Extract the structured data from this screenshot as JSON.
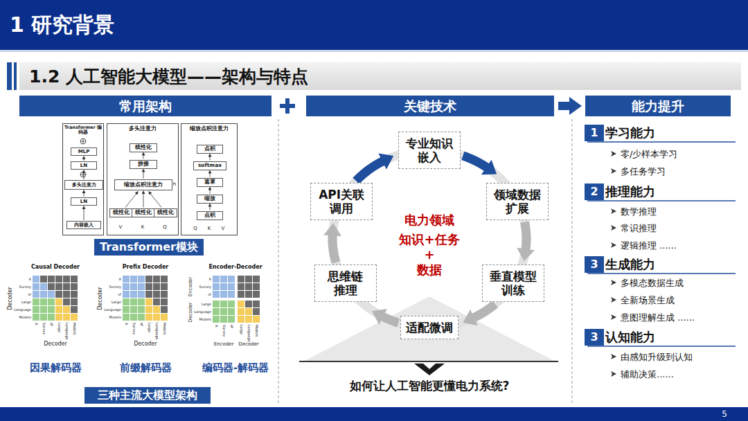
{
  "diagram": {
    "title": "1 研究背景",
    "nodes": [
      {
        "text": [
          "1.2 人工智能大模型——架构与特点"
        ]
      },
      {
        "text": [
          "常用架构"
        ]
      },
      {
        "text": [
          "关键技术"
        ]
      },
      {
        "text": [
          "能力提升"
        ]
      },
      {
        "text": [
          "Transformer 编码器"
        ]
      },
      {
        "text": [
          "MLP"
        ],
        "in": 4
      },
      {
        "text": [
          "LN"
        ],
        "in": 4
      },
      {
        "text": [
          "多头注意力"
        ],
        "in": 4
      },
      {
        "text": [
          "LN"
        ],
        "in": 4
      },
      {
        "text": [
          "内容嵌入"
        ],
        "in": 4
      },
      {
        "text": [
          "多头注意力"
        ]
      },
      {
        "text": [
          "线性化"
        ],
        "in": 10
      },
      {
        "text": [
          "拼接"
        ],
        "in": 10
      },
      {
        "text": [
          "缩放点积注意力"
        ],
        "in": 10
      },
      {
        "text": [
          "线性化"
        ],
        "in": 10
      },
      {
        "text": [
          "线性化"
        ],
        "in": 10
      },
      {
        "text": [
          "线性化"
        ],
        "in": 10
      },
      {
        "text": [
          "缩放点积注意力"
        ]
      },
      {
        "text": [
          "点积"
        ],
        "in": 17
      },
      {
        "text": [
          "softmax"
        ],
        "in": 17
      },
      {
        "text": [
          "遮罩"
        ],
        "in": 17
      },
      {
        "text": [
          "缩放"
        ],
        "in": 17
      },
      {
        "text": [
          "点积"
        ],
        "in": 17
      },
      {
        "text": [
          "Transformer模块"
        ]
      },
      {
        "text": [
          "三种主流大模型架构"
        ]
      },
      {
        "text": [
          "专业知识 嵌入"
        ]
      },
      {
        "text": [
          "领域数据 扩展"
        ]
      },
      {
        "text": [
          "垂直模型 训练"
        ]
      },
      {
        "text": [
          "适配微调"
        ]
      },
      {
        "text": [
          "思维链 推理"
        ]
      },
      {
        "text": [
          "API关联 调用"
        ]
      },
      {
        "text": [
          "1",
          "学习能力"
        ]
      },
      {
        "text": [
          "2",
          "推理能力"
        ]
      },
      {
        "text": [
          "3",
          "生成能力"
        ]
      },
      {
        "text": [
          "3",
          "认知能力"
        ]
      }
    ],
    "edges": [
      {
        "from": 9,
        "to": 8,
        "arrow": "to"
      },
      {
        "from": 8,
        "to": 7,
        "arrow": "to"
      },
      {
        "from": 7,
        "to": 6,
        "arrow": "to"
      },
      {
        "from": 6,
        "to": 5,
        "arrow": "to"
      },
      {
        "from": 14,
        "to": 13,
        "arrow": "to"
      },
      {
        "from": 15,
        "to": 13,
        "arrow": "to"
      },
      {
        "from": 16,
        "to": 13,
        "arrow": "to"
      },
      {
        "from": 13,
        "to": 12,
        "arrow": "to"
      },
      {
        "from": 12,
        "to": 11,
        "arrow": "to"
      },
      {
        "from": 22,
        "to": 21,
        "arrow": "to"
      },
      {
        "from": 21,
        "to": 20,
        "arrow": "to"
      },
      {
        "from": 20,
        "to": 19,
        "arrow": "to"
      },
      {
        "from": 19,
        "to": 18,
        "arrow": "to"
      },
      {
        "from": 25,
        "to": 26,
        "arrow": "to"
      },
      {
        "from": 26,
        "to": 27,
        "arrow": "to"
      },
      {
        "from": 27,
        "to": 28,
        "arrow": "to"
      },
      {
        "from": 28,
        "to": 29,
        "arrow": "to"
      },
      {
        "from": 29,
        "to": 30,
        "arrow": "to"
      },
      {
        "from": 30,
        "to": 25,
        "arrow": "to"
      }
    ],
    "labels": [
      "V",
      "K",
      "Q",
      "h",
      "Q",
      "K",
      "V",
      "Causal Decoder",
      "Prefix Decoder",
      "Encoder-Decoder",
      "Decoder",
      "Decoder",
      "Decoder",
      "Decoder",
      "Encoder",
      "Decoder",
      "Encoder",
      "Decoder",
      "A",
      "Survey",
      "of",
      "Large",
      "Language",
      "Models",
      "A",
      "Survey",
      "of",
      "Large",
      "Language",
      "Models",
      "A",
      "Survey",
      "of",
      "Large",
      "Language",
      "Models",
      "A",
      "Survey",
      "of",
      "Large",
      "Language",
      "Models",
      "A",
      "Survey",
      "of",
      "Large",
      "Language",
      "Models",
      "A",
      "Survey",
      "of",
      "Large",
      "Language",
      "Models",
      "因果解码器",
      "前缀解码器",
      "编码器-解码器",
      "电力领域",
      "知识+任务",
      "+",
      "数据",
      "如何让人工智能更懂电力系统?",
      "零/少样本学习",
      "多任务学习",
      "数学推理",
      "常识推理",
      "逻辑推理 ......",
      "多模态数据生成",
      "全新场景生成",
      "意图理解生成 ......",
      "由感知升级到认知",
      "辅助决策......",
      "5"
    ]
  }
}
